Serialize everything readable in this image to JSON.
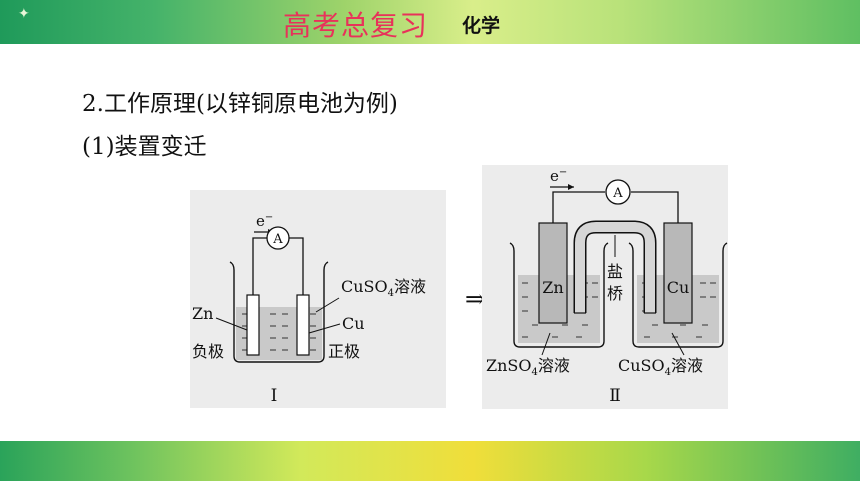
{
  "header": {
    "title": "高考总复习",
    "subject": "化学",
    "sparkle": "✦"
  },
  "content": {
    "heading1": "2.工作原理(以锌铜原电池为例)",
    "heading2": "(1)装置变迁"
  },
  "diagram1": {
    "electron": "e",
    "electron_sup": "−",
    "meter": "A",
    "solution_label": "CuSO",
    "solution_sub": "4",
    "solution_suffix": "溶液",
    "left_metal": "Zn",
    "right_metal": "Cu",
    "negative": "负极",
    "positive": "正极",
    "caption": "I"
  },
  "arrow": "⇒",
  "diagram2": {
    "electron": "e",
    "electron_sup": "−",
    "meter": "A",
    "left_metal": "Zn",
    "right_metal": "Cu",
    "bridge_char1": "盐",
    "bridge_char2": "桥",
    "left_solution": "ZnSO",
    "left_solution_sub": "4",
    "left_solution_suffix": "溶液",
    "right_solution": "CuSO",
    "right_solution_sub": "4",
    "right_solution_suffix": "溶液",
    "caption": "Ⅱ"
  }
}
